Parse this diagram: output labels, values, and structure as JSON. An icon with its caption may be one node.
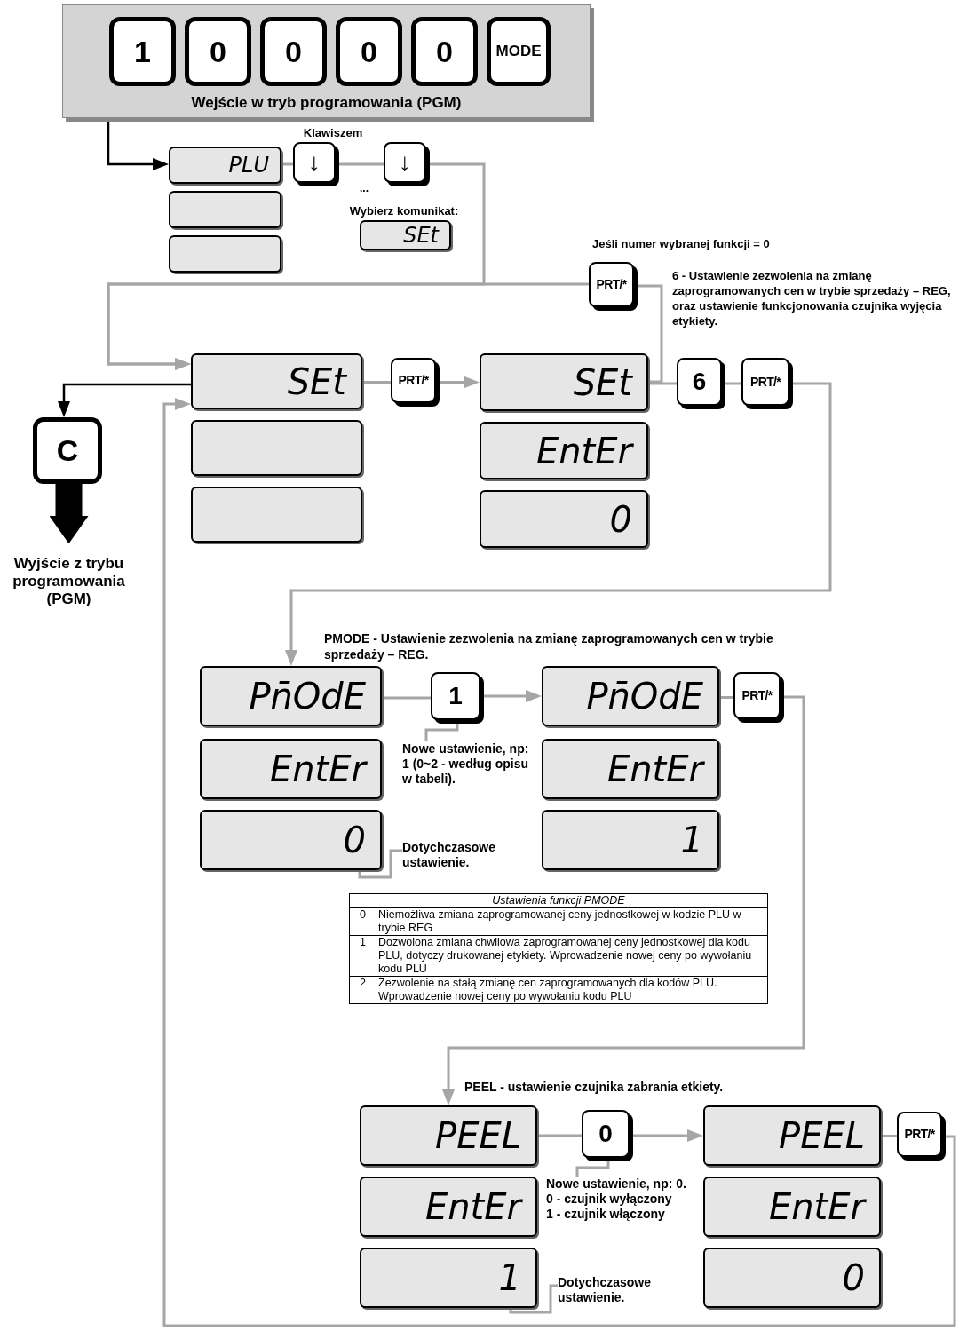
{
  "diagram": {
    "nodes": [
      {
        "text": [
          "Wejście w tryb programowania (PGM)"
        ]
      },
      {
        "text": [
          "1"
        ],
        "in": 0
      },
      {
        "text": [
          "0"
        ],
        "in": 0
      },
      {
        "text": [
          "0"
        ],
        "in": 0
      },
      {
        "text": [
          "0"
        ],
        "in": 0
      },
      {
        "text": [
          "0"
        ],
        "in": 0
      },
      {
        "text": [
          "MODE"
        ],
        "in": 0
      },
      {
        "text": [
          "PLU"
        ]
      },
      {
        "text": [],
        "shape": "box"
      },
      {
        "text": [],
        "shape": "box"
      },
      {
        "text": [
          "↓"
        ]
      },
      {
        "text": [
          "↓"
        ]
      },
      {
        "text": [
          "SEt"
        ]
      },
      {
        "text": [
          "PRT/*"
        ]
      },
      {
        "text": [
          "SEt"
        ]
      },
      {
        "text": [],
        "shape": "box"
      },
      {
        "text": [],
        "shape": "box"
      },
      {
        "text": [
          "PRT/*"
        ]
      },
      {
        "text": [
          "SEt"
        ]
      },
      {
        "text": [
          "EntEr"
        ]
      },
      {
        "text": [
          "0"
        ]
      },
      {
        "text": [
          "6"
        ]
      },
      {
        "text": [
          "PRT/*"
        ]
      },
      {
        "text": [
          "C"
        ]
      },
      {
        "text": [
          "Wyjście z trybu programowania (PGM)"
        ]
      },
      {
        "text": [
          "Pn̄OdE"
        ]
      },
      {
        "text": [
          "EntEr"
        ]
      },
      {
        "text": [
          "0"
        ]
      },
      {
        "text": [
          "1"
        ]
      },
      {
        "text": [
          "Pn̄OdE"
        ]
      },
      {
        "text": [
          "EntEr"
        ]
      },
      {
        "text": [
          "1"
        ]
      },
      {
        "text": [
          "PRT/*"
        ]
      },
      {
        "text": [
          "PEEL"
        ]
      },
      {
        "text": [
          "EntEr"
        ]
      },
      {
        "text": [
          "1"
        ]
      },
      {
        "text": [
          "0"
        ]
      },
      {
        "text": [
          "PEEL"
        ]
      },
      {
        "text": [
          "EntEr"
        ]
      },
      {
        "text": [
          "0"
        ]
      },
      {
        "text": [
          "PRT/*"
        ]
      },
      {
        "text": [
          "Nowe ustawienie, np: 1 (0~2 - według opisu w tabeli)."
        ]
      },
      {
        "text": [
          "Dotychczasowe ustawienie."
        ]
      },
      {
        "text": [
          "Nowe ustawienie, np: 0.",
          "0 - czujnik wyłączony",
          "1 - czujnik włączony"
        ]
      },
      {
        "text": [
          "Dotychczasowe ustawienie."
        ]
      }
    ],
    "edges": [
      {
        "from": 0,
        "to": 7,
        "arrow": "to",
        "color": "#000000"
      },
      {
        "from": 7,
        "to": 10,
        "arrow": "none"
      },
      {
        "from": 10,
        "to": 11,
        "arrow": "none"
      },
      {
        "from": 11,
        "to": 14,
        "arrow": "to"
      },
      {
        "from": 13,
        "to": 14,
        "arrow": "to"
      },
      {
        "from": 14,
        "to": 17,
        "arrow": "none"
      },
      {
        "from": 17,
        "to": 18,
        "arrow": "to"
      },
      {
        "from": 18,
        "to": 13,
        "arrow": "none"
      },
      {
        "from": 18,
        "to": 21,
        "arrow": "none"
      },
      {
        "from": 21,
        "to": 22,
        "arrow": "none"
      },
      {
        "from": 22,
        "to": 25,
        "arrow": "to"
      },
      {
        "from": 25,
        "to": 28,
        "arrow": "none"
      },
      {
        "from": 28,
        "to": 29,
        "arrow": "to"
      },
      {
        "from": 29,
        "to": 32,
        "arrow": "none"
      },
      {
        "from": 32,
        "to": 33,
        "arrow": "to"
      },
      {
        "from": 33,
        "to": 36,
        "arrow": "none"
      },
      {
        "from": 36,
        "to": 37,
        "arrow": "to"
      },
      {
        "from": 37,
        "to": 40,
        "arrow": "none"
      },
      {
        "from": 40,
        "to": 14,
        "arrow": "to"
      },
      {
        "from": 14,
        "to": 23,
        "arrow": "to",
        "color": "#000000"
      },
      {
        "from": 23,
        "to": 24,
        "arrow": "to",
        "style": "thick",
        "color": "#000000"
      },
      {
        "from": 41,
        "to": 28,
        "arrow": "none"
      },
      {
        "from": 42,
        "to": 27,
        "arrow": "none"
      },
      {
        "from": 43,
        "to": 36,
        "arrow": "none"
      },
      {
        "from": 44,
        "to": 35,
        "arrow": "none"
      }
    ],
    "labels": [
      "Klawiszem",
      "...",
      "Wybierz komunikat:",
      "Jeśli numer wybranej funkcji = 0",
      "6 - Ustawienie zezwolenia na zmianę zaprogramowanych cen w trybie sprzedaży – REG, oraz ustawienie funkcjonowania czujnika wyjęcia etykiety.",
      "PMODE - Ustawienie zezwolenia na zmianę zaprogramowanych cen w trybie sprzedaży – REG.",
      "Ustawienia funkcji PMODE",
      "0",
      "Niemożliwa zmiana zaprogramowanej ceny jednostkowej w kodzie PLU w trybie REG",
      "1",
      "Dozwolona zmiana chwilowa zaprogramowanej ceny jednostkowej dla kodu PLU, dotyczy drukowanej etykiety. Wprowadzenie nowej ceny po wywołaniu kodu PLU",
      "2",
      "Zezwolenie na stałą zmianę cen zaprogramowanych dla kodów PLU. Wprowadzenie nowej ceny po wywołaniu kodu PLU",
      "PEEL - ustawienie czujnika zabrania etkiety."
    ]
  }
}
